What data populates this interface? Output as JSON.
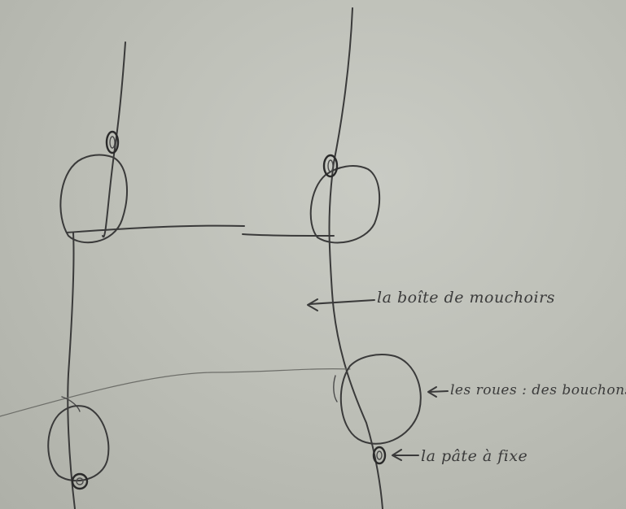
{
  "annotations": {
    "box": "la boîte de mouchoirs",
    "wheels": "les roues : des bouchons",
    "putty": "la pâte à fixe"
  },
  "colors": {
    "paper": "#c4c6bf",
    "pencil": "#3a3a3a"
  }
}
